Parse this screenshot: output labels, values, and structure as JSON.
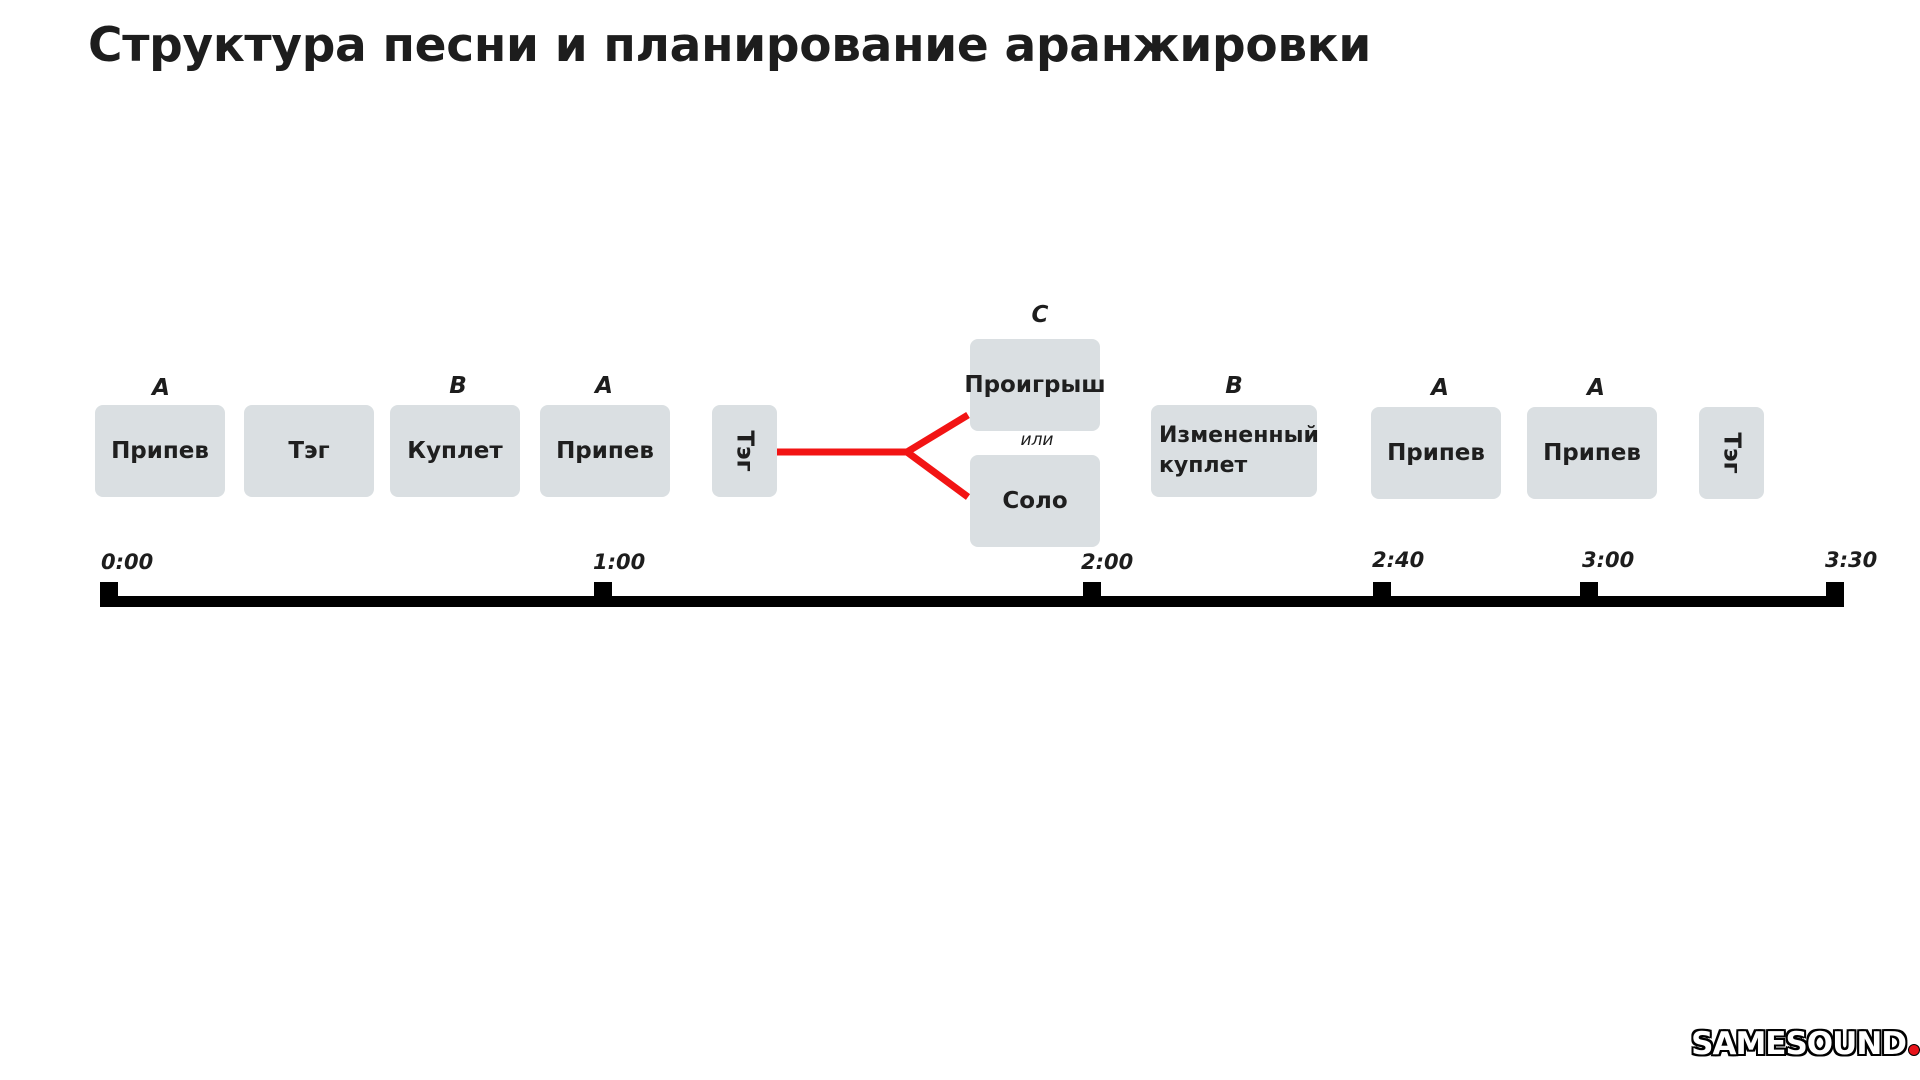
{
  "title": "Структура песни и планирование аранжировки",
  "sections": [
    {
      "id": "s1",
      "label": "Припев",
      "letter": "A"
    },
    {
      "id": "s2",
      "label": "Тэг",
      "letter": ""
    },
    {
      "id": "s3",
      "label": "Куплет",
      "letter": "B"
    },
    {
      "id": "s4",
      "label": "Припев",
      "letter": "A"
    },
    {
      "id": "s5",
      "label": "Тэг",
      "letter": ""
    },
    {
      "id": "s6a",
      "label": "Проигрыш",
      "letter": "C"
    },
    {
      "id": "s6b",
      "label": "Соло",
      "letter": ""
    },
    {
      "id": "s7",
      "label": "Измененный куплет",
      "letter": "B"
    },
    {
      "id": "s8",
      "label": "Припев",
      "letter": "A"
    },
    {
      "id": "s9",
      "label": "Припев",
      "letter": "A"
    },
    {
      "id": "s10",
      "label": "Тэг",
      "letter": ""
    }
  ],
  "or_label": "или",
  "time_marks": [
    "0:00",
    "1:00",
    "2:00",
    "2:40",
    "3:00",
    "3:30"
  ],
  "colors": {
    "box": "#dadfe2",
    "branch": "#f21414",
    "timeline": "#000000"
  },
  "logo": "SAMESOUND"
}
